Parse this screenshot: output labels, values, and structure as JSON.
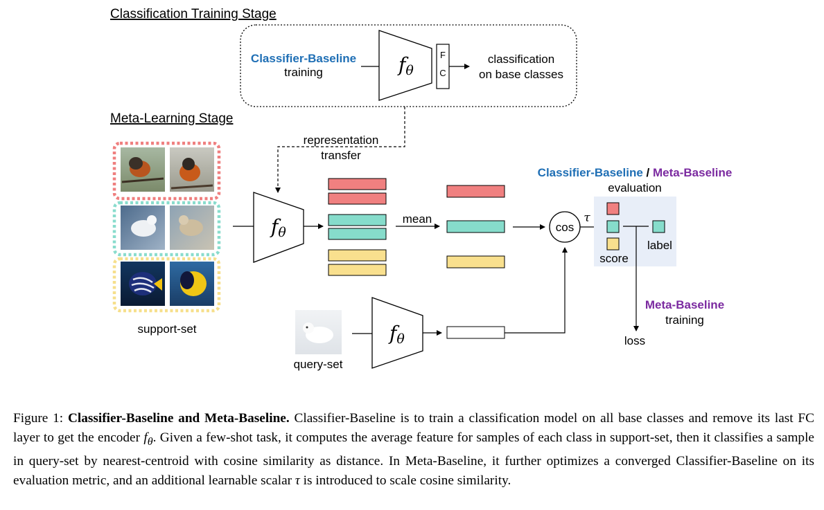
{
  "colors": {
    "classifier_blue": "#1f6fb5",
    "meta_purple": "#7b2aa0",
    "red_feature": "#f08080",
    "teal_feature": "#86dccb",
    "yellow_feature": "#f9e08e",
    "eval_panel": "#e8eef8"
  },
  "icons": {
    "support_images": [
      "robin-bird-photo",
      "arctic-fox-photo",
      "angelfish-photo"
    ],
    "query_image": "arctic-fox-photo"
  },
  "training_stage": {
    "title": "Classification Training Stage",
    "input_bold": "Classifier-Baseline",
    "input_sub": "training",
    "encoder_label": "f",
    "encoder_sub": "θ",
    "fc_top": "F",
    "fc_bottom": "C",
    "output_line1": "classification",
    "output_line2": "on base classes"
  },
  "meta_stage": {
    "title": "Meta-Learning Stage",
    "transfer_line1": "representation",
    "transfer_line2": "transfer",
    "support_label": "support-set",
    "query_label": "query-set",
    "encoder_label": "f",
    "encoder_sub": "θ",
    "mean_label": "mean",
    "cos_label": "cos",
    "tau_label": "τ",
    "eval_part1": "Classifier-Baseline",
    "eval_sep": " / ",
    "eval_part2": "Meta-Baseline",
    "eval_line2": "evaluation",
    "score_label": "score",
    "label_label": "label",
    "train_bold": "Meta-Baseline",
    "train_sub": "training",
    "loss_label": "loss"
  },
  "caption": {
    "prefix": "Figure 1: ",
    "bold": "Classifier-Baseline and Meta-Baseline.",
    "text1": " Classifier-Baseline is to train a classification model on all base classes and remove its last FC layer to get the encoder ",
    "f": "f",
    "theta": "θ",
    "text2": ". Given a few-shot task, it computes the average feature for samples of each class in support-set, then it classifies a sample in query-set by nearest-centroid with cosine similarity as distance. In Meta-Baseline, it further optimizes a converged Classifier-Baseline on its evaluation metric, and an additional learnable scalar ",
    "tau": "τ",
    "text3": " is introduced to scale cosine similarity."
  }
}
